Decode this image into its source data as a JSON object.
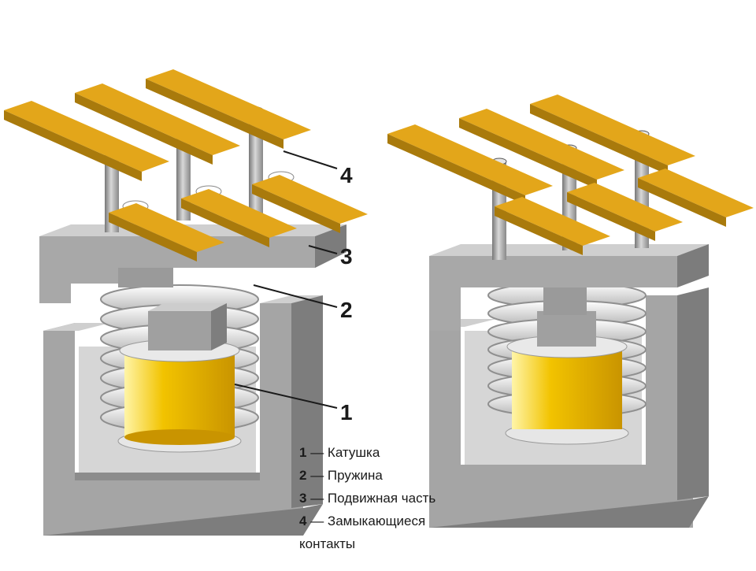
{
  "callouts": {
    "c1": "1",
    "c2": "2",
    "c3": "3",
    "c4": "4"
  },
  "legend": [
    {
      "num": "1",
      "sep": " — ",
      "text": "Катушка"
    },
    {
      "num": "2",
      "sep": " — ",
      "text": "Пружина"
    },
    {
      "num": "3",
      "sep": " — ",
      "text": "Подвижная часть"
    },
    {
      "num": "4",
      "sep": " — ",
      "text": "Замыкающиеся контакты"
    }
  ],
  "colors": {
    "core_front": "#a8a8a8",
    "core_top": "#cfcfcf",
    "core_side": "#7d7d7d",
    "coil": "#e8b800",
    "contact_top": "#e0a418",
    "contact_side": "#a97a0c"
  }
}
